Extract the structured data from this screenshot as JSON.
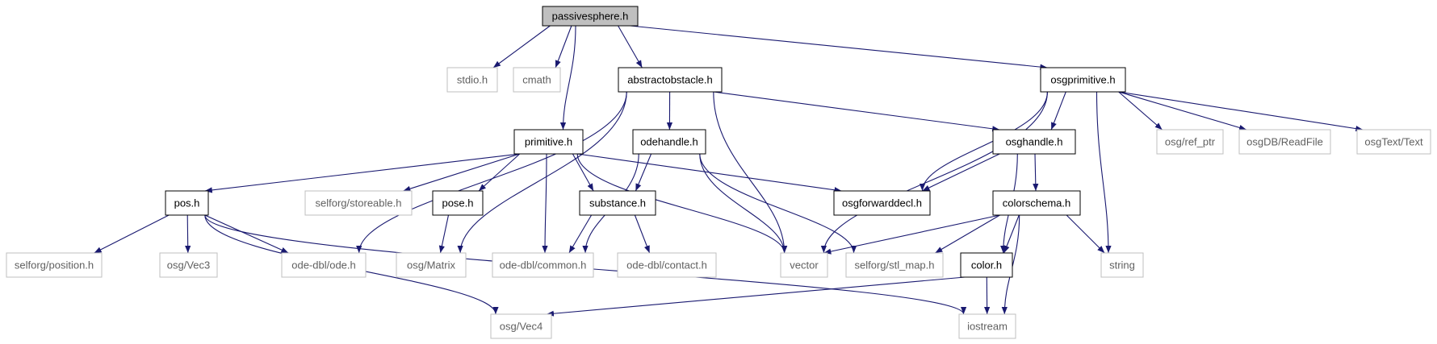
{
  "colors": {
    "edge": "#191970",
    "root_fill": "#bfbfbf",
    "node_border": "#000000",
    "external_border": "#bfbfbf",
    "background": "#ffffff"
  },
  "graph": {
    "root": "passivesphere.h",
    "nodes": [
      {
        "id": "passivesphere",
        "label": "passivesphere.h",
        "kind": "root"
      },
      {
        "id": "stdio",
        "label": "stdio.h",
        "kind": "external"
      },
      {
        "id": "cmath",
        "label": "cmath",
        "kind": "external"
      },
      {
        "id": "abstractobstacle",
        "label": "abstractobstacle.h",
        "kind": "documented"
      },
      {
        "id": "osgprimitive",
        "label": "osgprimitive.h",
        "kind": "documented"
      },
      {
        "id": "primitive",
        "label": "primitive.h",
        "kind": "documented"
      },
      {
        "id": "odehandle",
        "label": "odehandle.h",
        "kind": "documented"
      },
      {
        "id": "osghandle",
        "label": "osghandle.h",
        "kind": "documented"
      },
      {
        "id": "osgrefptr",
        "label": "osg/ref_ptr",
        "kind": "external"
      },
      {
        "id": "osgdbreadfile",
        "label": "osgDB/ReadFile",
        "kind": "external"
      },
      {
        "id": "osgtexttext",
        "label": "osgText/Text",
        "kind": "external"
      },
      {
        "id": "pos",
        "label": "pos.h",
        "kind": "documented"
      },
      {
        "id": "storeable",
        "label": "selforg/storeable.h",
        "kind": "external"
      },
      {
        "id": "pose",
        "label": "pose.h",
        "kind": "documented"
      },
      {
        "id": "substance",
        "label": "substance.h",
        "kind": "documented"
      },
      {
        "id": "osgforwarddecl",
        "label": "osgforwarddecl.h",
        "kind": "documented"
      },
      {
        "id": "colorschema",
        "label": "colorschema.h",
        "kind": "documented"
      },
      {
        "id": "position",
        "label": "selforg/position.h",
        "kind": "external"
      },
      {
        "id": "osgvec3",
        "label": "osg/Vec3",
        "kind": "external"
      },
      {
        "id": "odeode",
        "label": "ode-dbl/ode.h",
        "kind": "external"
      },
      {
        "id": "osgmatrix",
        "label": "osg/Matrix",
        "kind": "external"
      },
      {
        "id": "odecommon",
        "label": "ode-dbl/common.h",
        "kind": "external"
      },
      {
        "id": "odecontact",
        "label": "ode-dbl/contact.h",
        "kind": "external"
      },
      {
        "id": "vector",
        "label": "vector",
        "kind": "external"
      },
      {
        "id": "stlmap",
        "label": "selforg/stl_map.h",
        "kind": "external"
      },
      {
        "id": "color",
        "label": "color.h",
        "kind": "documented"
      },
      {
        "id": "string",
        "label": "string",
        "kind": "external"
      },
      {
        "id": "osgvec4",
        "label": "osg/Vec4",
        "kind": "external"
      },
      {
        "id": "iostream",
        "label": "iostream",
        "kind": "external"
      }
    ],
    "edges": [
      {
        "from": "passivesphere",
        "to": "stdio"
      },
      {
        "from": "passivesphere",
        "to": "cmath"
      },
      {
        "from": "passivesphere",
        "to": "abstractobstacle"
      },
      {
        "from": "passivesphere",
        "to": "primitive"
      },
      {
        "from": "passivesphere",
        "to": "osgprimitive"
      },
      {
        "from": "abstractobstacle",
        "to": "odehandle"
      },
      {
        "from": "abstractobstacle",
        "to": "osghandle"
      },
      {
        "from": "abstractobstacle",
        "to": "vector"
      },
      {
        "from": "abstractobstacle",
        "to": "odeode"
      },
      {
        "from": "abstractobstacle",
        "to": "osgmatrix"
      },
      {
        "from": "osgprimitive",
        "to": "osghandle"
      },
      {
        "from": "osgprimitive",
        "to": "osgforwarddecl"
      },
      {
        "from": "osgprimitive",
        "to": "osgrefptr"
      },
      {
        "from": "osgprimitive",
        "to": "osgdbreadfile"
      },
      {
        "from": "osgprimitive",
        "to": "osgtexttext"
      },
      {
        "from": "osgprimitive",
        "to": "string"
      },
      {
        "from": "osgprimitive",
        "to": "vector"
      },
      {
        "from": "primitive",
        "to": "pos"
      },
      {
        "from": "primitive",
        "to": "storeable"
      },
      {
        "from": "primitive",
        "to": "pose"
      },
      {
        "from": "primitive",
        "to": "substance"
      },
      {
        "from": "primitive",
        "to": "osgforwarddecl"
      },
      {
        "from": "primitive",
        "to": "odecommon"
      },
      {
        "from": "primitive",
        "to": "vector"
      },
      {
        "from": "odehandle",
        "to": "substance"
      },
      {
        "from": "odehandle",
        "to": "odecommon"
      },
      {
        "from": "odehandle",
        "to": "vector"
      },
      {
        "from": "odehandle",
        "to": "stlmap"
      },
      {
        "from": "osghandle",
        "to": "osgforwarddecl"
      },
      {
        "from": "osghandle",
        "to": "colorschema"
      },
      {
        "from": "osghandle",
        "to": "color"
      },
      {
        "from": "pos",
        "to": "position"
      },
      {
        "from": "pos",
        "to": "osgvec3"
      },
      {
        "from": "pos",
        "to": "odeode"
      },
      {
        "from": "pos",
        "to": "osgvec4"
      },
      {
        "from": "pos",
        "to": "iostream"
      },
      {
        "from": "pose",
        "to": "osgmatrix"
      },
      {
        "from": "substance",
        "to": "odecommon"
      },
      {
        "from": "substance",
        "to": "odecontact"
      },
      {
        "from": "colorschema",
        "to": "color"
      },
      {
        "from": "colorschema",
        "to": "vector"
      },
      {
        "from": "colorschema",
        "to": "stlmap"
      },
      {
        "from": "colorschema",
        "to": "string"
      },
      {
        "from": "colorschema",
        "to": "iostream"
      },
      {
        "from": "color",
        "to": "osgvec4"
      },
      {
        "from": "color",
        "to": "iostream"
      }
    ]
  }
}
